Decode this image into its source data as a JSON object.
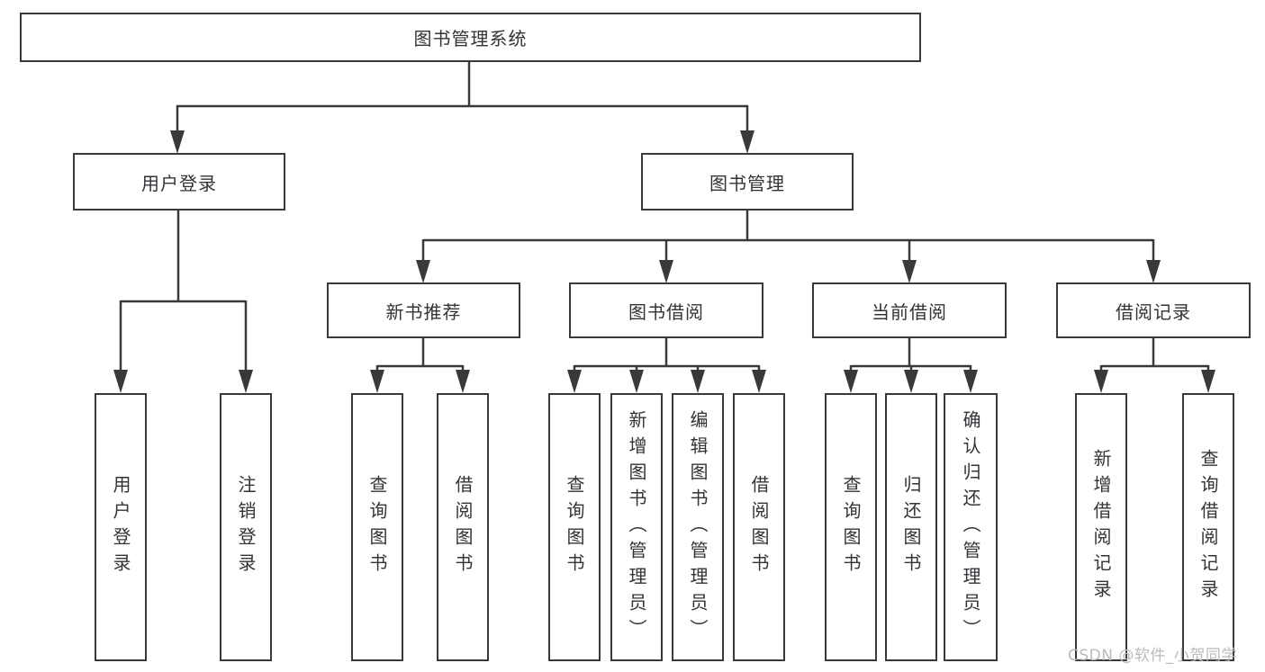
{
  "diagram": {
    "title": "图书管理系统",
    "watermark": "CSDN @软件_小贺同学",
    "colors": {
      "line": "#39393b",
      "box_border": "#39393b",
      "text": "#333338",
      "background": "#ffffff",
      "watermark": "#b9babc"
    },
    "nodes": {
      "root": "图书管理系统",
      "user_login_group": "用户登录",
      "book_mgmt_group": "图书管理",
      "user_login": "用户登录",
      "logout_login": "注销登录",
      "new_book_rec": "新书推荐",
      "book_borrow": "图书借阅",
      "current_borrow": "当前借阅",
      "borrow_record": "借阅记录",
      "nbr_query_book": "查询图书",
      "nbr_borrow_book": "借阅图书",
      "bb_query_book": "查询图书",
      "bb_add_book": "新增图书（管理员）",
      "bb_edit_book": "编辑图书（管理员）",
      "bb_borrow_book": "借阅图书",
      "cb_query_book": "查询图书",
      "cb_return_book": "归还图书",
      "cb_confirm_return": "确认归还（管理员）",
      "br_add_record": "新增借阅记录",
      "br_query_record": "查询借阅记录"
    }
  }
}
